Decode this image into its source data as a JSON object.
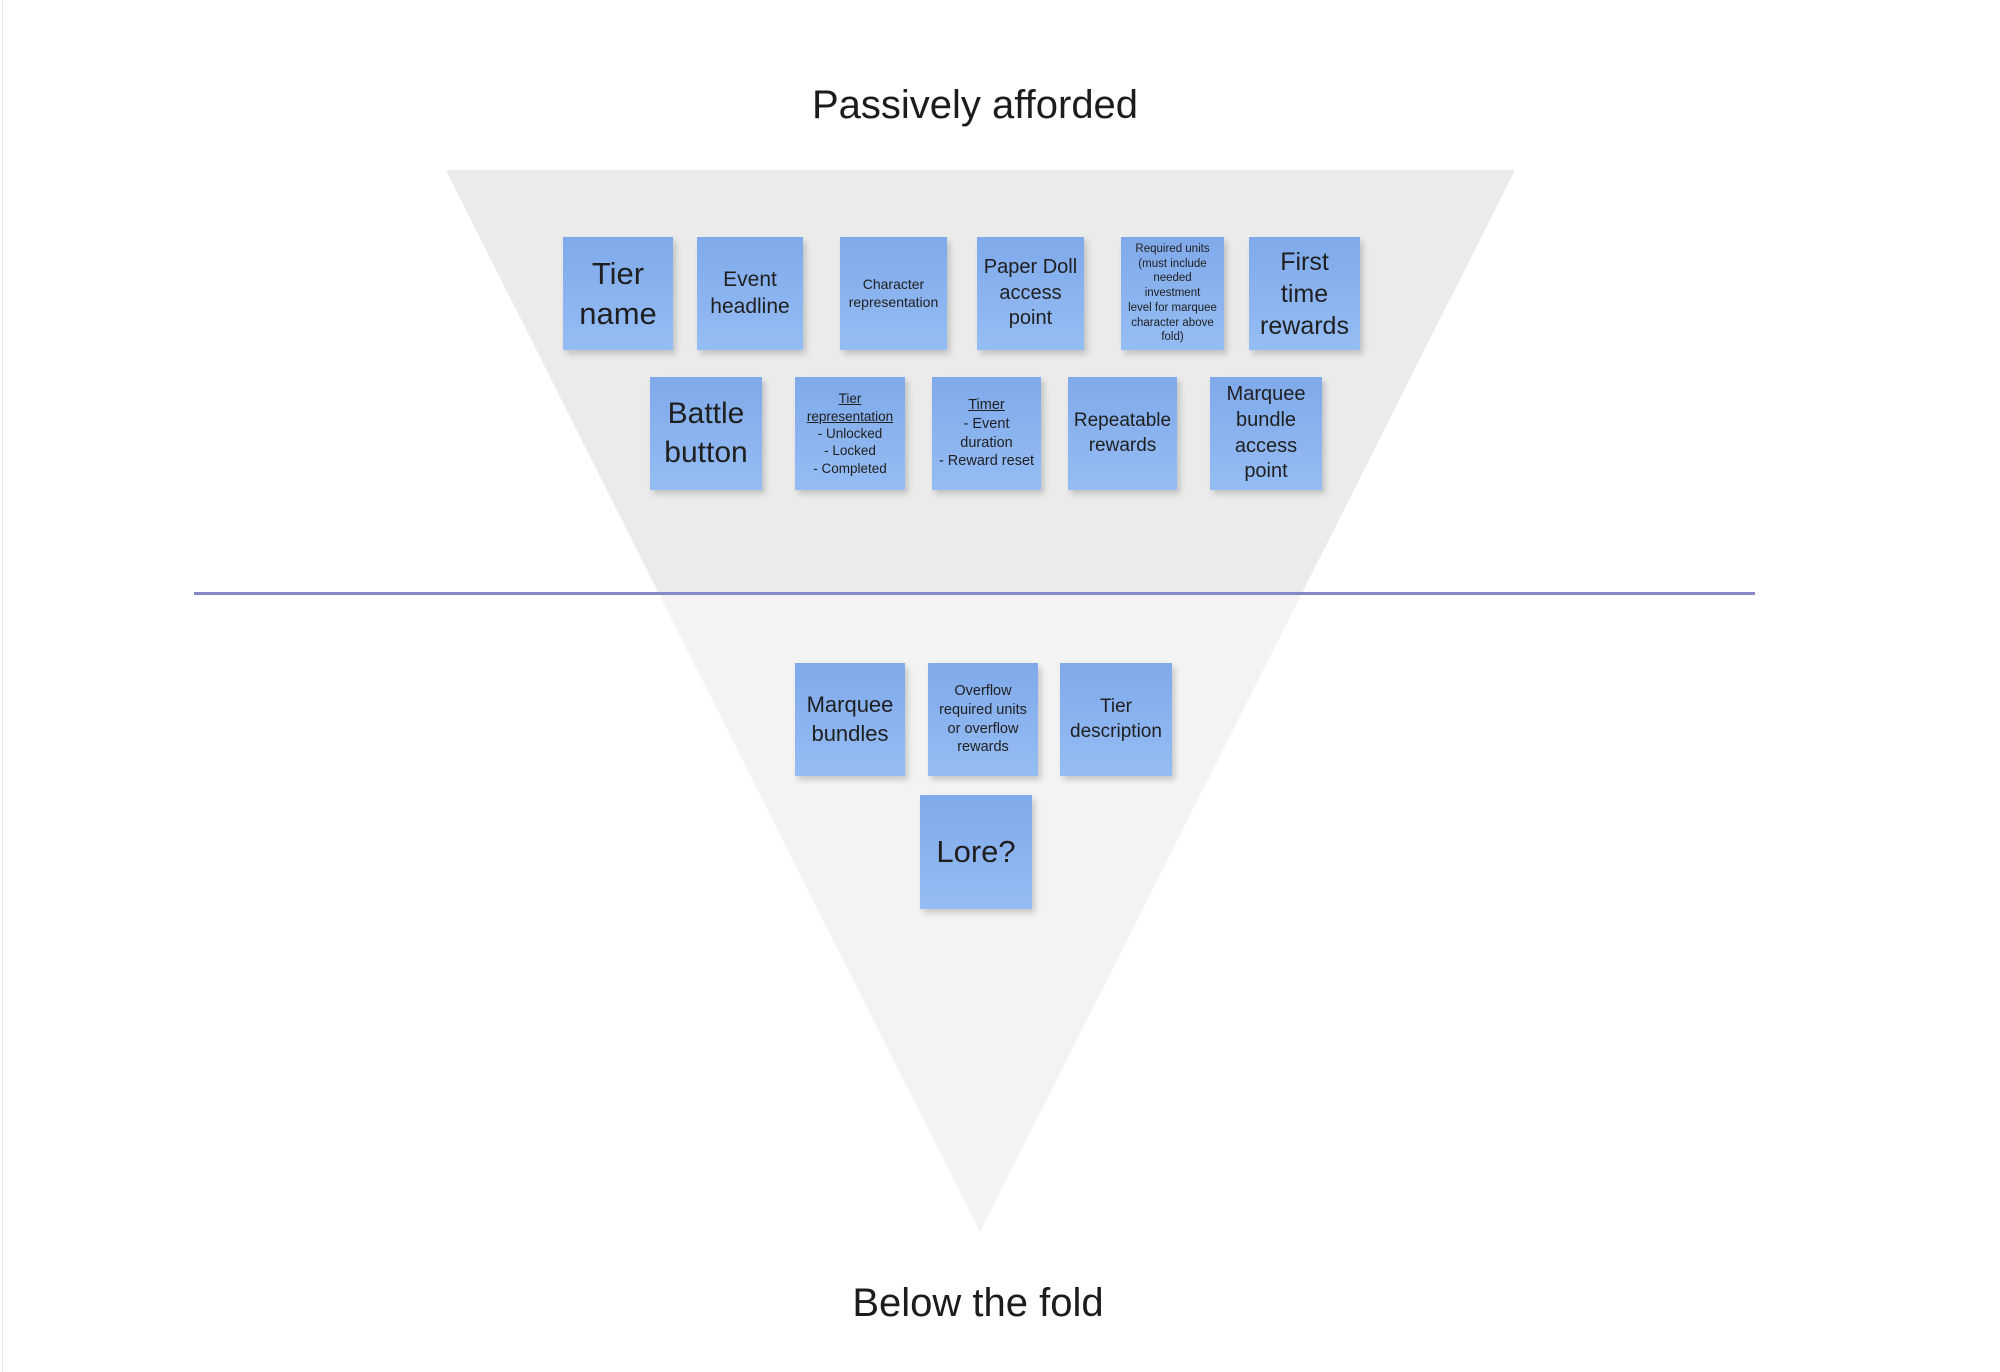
{
  "titles": {
    "top": "Passively afforded",
    "bottom": "Below the fold"
  },
  "colors": {
    "funnel_above_fold": "#ebebeb",
    "funnel_below_fold": "#f3f3f3",
    "fold_line": "#8289c6",
    "note_gradient_top": "#7fa9ea",
    "note_gradient_bottom": "#95bdf4",
    "note_text": "#1f1f1f"
  },
  "notes": [
    {
      "id": "tier-name",
      "text": "Tier name"
    },
    {
      "id": "event-headline",
      "text": "Event headline"
    },
    {
      "id": "character-representation",
      "text": "Character\nrepresentation"
    },
    {
      "id": "paper-doll-access-point",
      "text": "Paper Doll\naccess\npoint"
    },
    {
      "id": "required-units",
      "text": "Required units\n(must include\nneeded investment\nlevel for marquee\ncharacter above\nfold)"
    },
    {
      "id": "first-time-rewards",
      "text": "First\ntime\nrewards"
    },
    {
      "id": "battle-button",
      "text": "Battle\nbutton"
    },
    {
      "id": "tier-representation",
      "heading": "Tier representation",
      "body": "- Unlocked\n- Locked\n- Completed"
    },
    {
      "id": "timer",
      "heading": "Timer",
      "body": "- Event\nduration\n- Reward reset"
    },
    {
      "id": "repeatable-rewards",
      "text": "Repeatable\nrewards"
    },
    {
      "id": "marquee-bundle-access-point",
      "text": "Marquee\nbundle\naccess\npoint"
    },
    {
      "id": "marquee-bundles",
      "text": "Marquee\nbundles"
    },
    {
      "id": "overflow-required-units",
      "text": "Overflow\nrequired units\nor overflow\nrewards"
    },
    {
      "id": "tier-description",
      "text": "Tier\ndescription"
    },
    {
      "id": "lore",
      "text": "Lore?"
    }
  ]
}
